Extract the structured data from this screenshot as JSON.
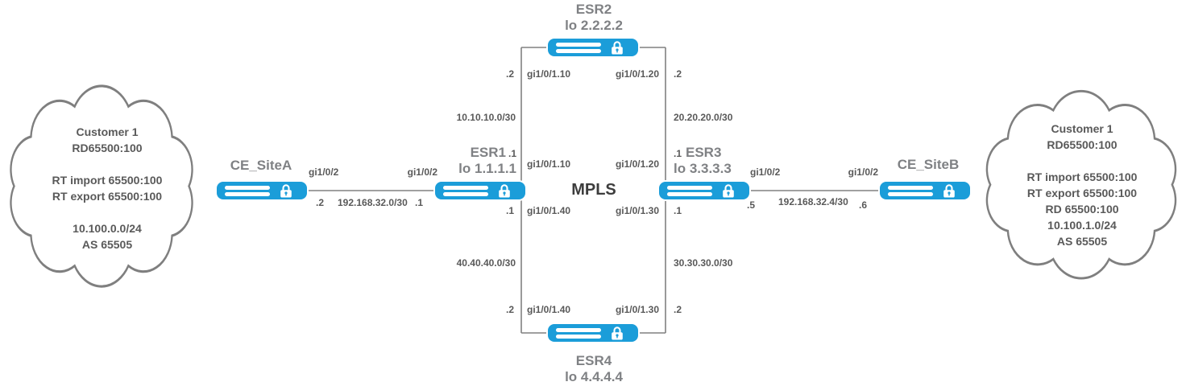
{
  "mpls_label": "MPLS",
  "colors": {
    "accent_blue": "#1b9dd9",
    "line_gray": "#808080",
    "text_gray": "#595959"
  },
  "clouds": {
    "left": {
      "lines": [
        "Customer 1",
        "RD65500:100",
        "",
        "RT import 65500:100",
        "RT export 65500:100",
        "",
        "10.100.0.0/24",
        "AS 65505"
      ]
    },
    "right": {
      "lines": [
        "Customer 1",
        "RD65500:100",
        "",
        "RT import 65500:100",
        "RT export 65500:100",
        "RD 65500:100",
        "10.100.1.0/24",
        "AS 65505"
      ]
    }
  },
  "devices": {
    "ce_a": {
      "name": "CE_SiteA"
    },
    "ce_b": {
      "name": "CE_SiteB"
    },
    "esr1": {
      "name": "ESR1",
      "loopback": "lo 1.1.1.1"
    },
    "esr2": {
      "name": "ESR2",
      "loopback": "lo 2.2.2.2"
    },
    "esr3": {
      "name": "ESR3",
      "loopback": "lo 3.3.3.3"
    },
    "esr4": {
      "name": "ESR4",
      "loopback": "lo 4.4.4.4"
    }
  },
  "links": {
    "cea_esr1": {
      "if_a": "gi1/0/2",
      "if_b": "gi1/0/2",
      "addr_a": ".2",
      "subnet": "192.168.32.0/30",
      "addr_b": ".1"
    },
    "esr3_ceb": {
      "if_a": "gi1/0/2",
      "if_b": "gi1/0/2",
      "addr_a": ".5",
      "subnet": "192.168.32.4/30",
      "addr_b": ".6"
    },
    "esr1_esr2": {
      "subnet": "10.10.10.0/30",
      "esr2_addr": ".2",
      "esr2_if": "gi1/0/1.10",
      "esr1_addr": ".1",
      "esr1_if": "gi1/0/1.10"
    },
    "esr2_esr3": {
      "subnet": "20.20.20.0/30",
      "esr2_addr": ".2",
      "esr2_if": "gi1/0/1.20",
      "esr3_addr": ".1",
      "esr3_if": "gi1/0/1.20"
    },
    "esr1_esr4": {
      "subnet": "40.40.40.0/30",
      "esr1_addr": ".1",
      "esr1_if": "gi1/0/1.40",
      "esr4_addr": ".2",
      "esr4_if": "gi1/0/1.40"
    },
    "esr3_esr4": {
      "subnet": "30.30.30.0/30",
      "esr3_addr": ".1",
      "esr3_if": "gi1/0/1.30",
      "esr4_addr": ".2",
      "esr4_if": "gi1/0/1.30"
    }
  }
}
